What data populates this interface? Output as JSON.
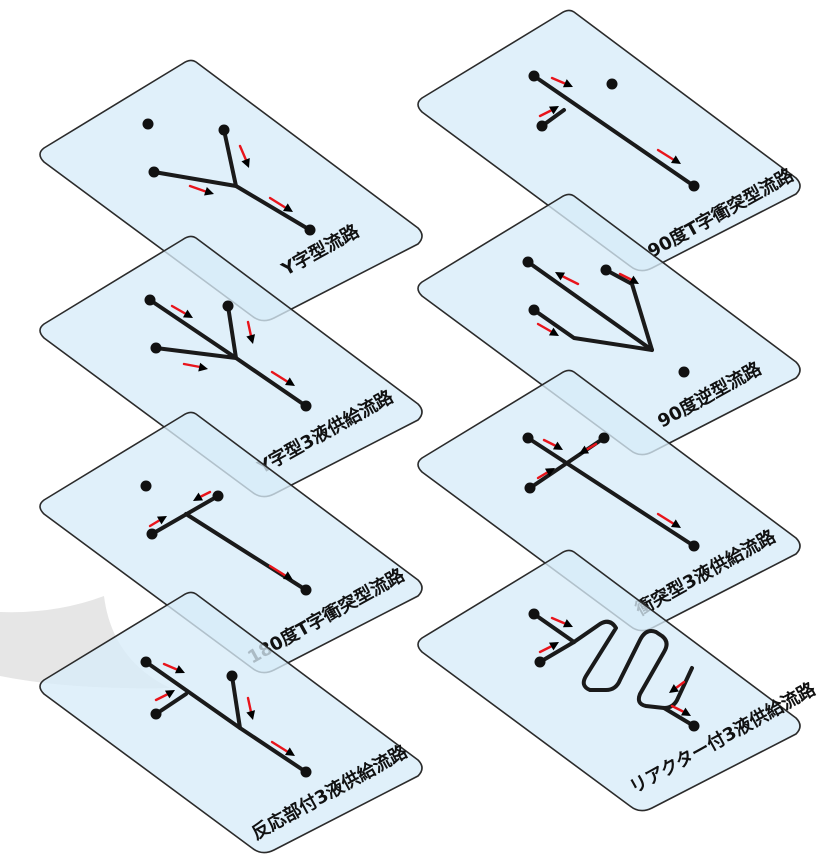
{
  "plates": [
    {
      "id": "y-shape",
      "label": "Y字型流路"
    },
    {
      "id": "y-shape-3",
      "label": "Y字型3液供給流路"
    },
    {
      "id": "t180",
      "label": "180度T字衝突型流路"
    },
    {
      "id": "reaction",
      "label": "反応部付3液供給流路"
    },
    {
      "id": "t90",
      "label": "90度T字衝突型流路"
    },
    {
      "id": "rev90",
      "label": "90度逆型流路"
    },
    {
      "id": "collision3",
      "label": "衝突型3液供給流路"
    },
    {
      "id": "reactor3",
      "label": "リアクター付3液供給流路"
    }
  ],
  "colors": {
    "plate_fill": "#d7ecf8",
    "plate_border": "#2b2b2b",
    "channel": "#1a1a1a",
    "arrow": "#e8141b",
    "swoosh": "#e6e6e6"
  }
}
